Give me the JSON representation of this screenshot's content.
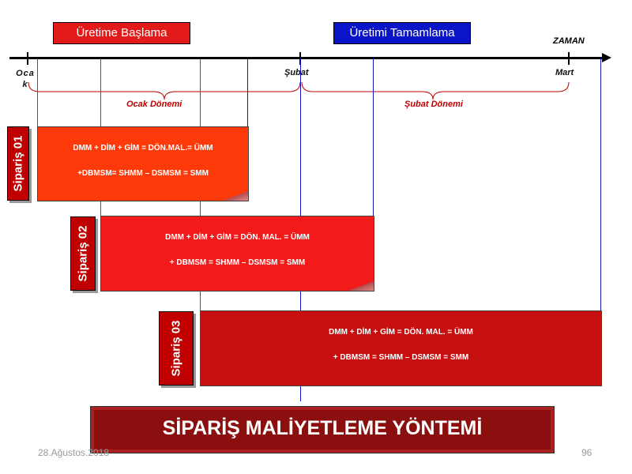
{
  "legend": {
    "start_label": "Üretime Başlama",
    "start_color": "#e31a1a",
    "end_label": "Üretimi Tamamlama",
    "end_color": "#0a14c8"
  },
  "timeline": {
    "axis_label": "ZAMAN",
    "months": [
      "Oca k",
      "Şubat",
      "Mart"
    ],
    "periods": [
      "Ocak Dönemi",
      "Şubat Dönemi"
    ]
  },
  "orders": [
    {
      "label": "Sipariş 01",
      "line1": "DMM +  DİM + GİM = DÖN.MAL.= ÜMM",
      "line2": "+DBMSM= SHMM – DSMSM =  SMM",
      "color": "#ff3a0a"
    },
    {
      "label": "Sipariş 02",
      "line1": "DMM +  DİM + GİM = DÖN. MAL.  = ÜMM",
      "line2": "+ DBMSM = SHMM – DSMSM = SMM",
      "color": "#f21a1a"
    },
    {
      "label": "Sipariş 03",
      "line1": "DMM +  DİM + GİM = DÖN. MAL. = ÜMM",
      "line2": "+ DBMSM = SHMM – DSMSM = SMM",
      "color": "#c80f0f"
    }
  ],
  "title": "SİPARİŞ MALİYETLEME YÖNTEMİ",
  "footer": {
    "date": "28.Ağustos.2018",
    "page": "96"
  }
}
